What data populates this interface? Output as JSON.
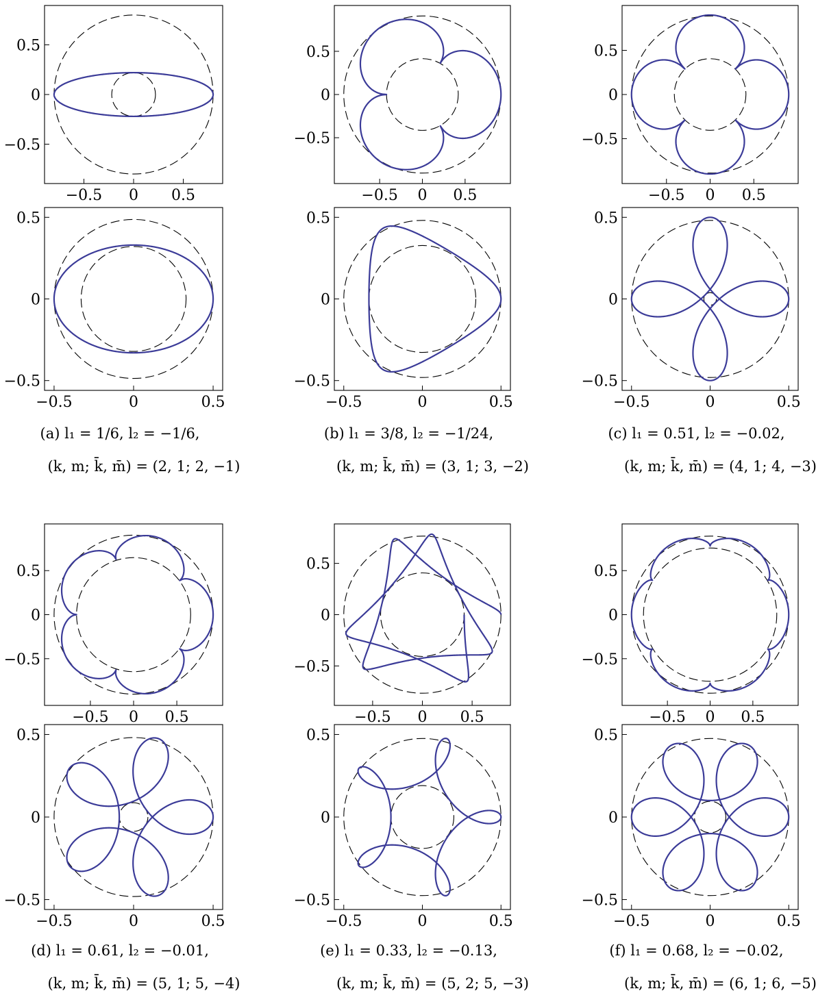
{
  "figure": {
    "panels": [
      {
        "id": "a",
        "caption_line1": "(a) l₁ = 1/6,  l₂ = −1/6,",
        "caption_line2": "(k, m; k̄, m̄) = (2, 1; 2, −1)",
        "top": {
          "xticks": [
            "−0.5",
            "0",
            "0.5"
          ],
          "yticks": [
            "0.5",
            "0",
            "−0.5"
          ],
          "outer_circle_radius": 0.8,
          "inner_circle_radius": 0.22,
          "curve": {
            "shape": "ellipse",
            "rx": 0.8,
            "ry": 0.22
          }
        },
        "bottom": {
          "xticks": [
            "−0.5",
            "0",
            "0.5"
          ],
          "yticks": [
            "0.5",
            "0",
            "−0.5"
          ],
          "outer_circle_radius": 0.5,
          "inner_circle_radius": 0.33,
          "curve": {
            "shape": "ellipse",
            "rx": 0.5,
            "ry": 0.33
          }
        }
      },
      {
        "id": "b",
        "caption_line1": "(b) l₁ = 3/8,  l₂ = −1/24,",
        "caption_line2": "(k, m; k̄, m̄) = (3, 1; 3, −2)",
        "top": {
          "xticks": [
            "−0.5",
            "0",
            "0.5"
          ],
          "yticks": [
            "0.5",
            "0",
            "−0.5"
          ],
          "outer_circle_radius": 0.92,
          "inner_circle_radius": 0.42,
          "curve": {
            "shape": "hypocycloid",
            "lobes": 3,
            "R": 0.92,
            "r_min": 0.42
          }
        },
        "bottom": {
          "xticks": [
            "−0.5",
            "0",
            "0.5"
          ],
          "yticks": [
            "0.5",
            "0",
            "−0.5"
          ],
          "outer_circle_radius": 0.5,
          "inner_circle_radius": 0.34,
          "curve": {
            "shape": "rosette",
            "loops": 3,
            "R": 0.5,
            "r_min": 0.34
          }
        }
      },
      {
        "id": "c",
        "caption_line1": "(c) l₁ = 0.51,  l₂ = −0.02,",
        "caption_line2": "(k, m; k̄, m̄) = (4, 1; 4, −3)",
        "top": {
          "xticks": [
            "−0.5",
            "0",
            "0.5"
          ],
          "yticks": [
            "0.5",
            "0",
            "−0.5"
          ],
          "outer_circle_radius": 0.9,
          "inner_circle_radius": 0.41,
          "curve": {
            "shape": "hypocycloid",
            "lobes": 4,
            "R": 0.9,
            "r_min": 0.41
          }
        },
        "bottom": {
          "xticks": [
            "−0.5",
            "0",
            "0.5"
          ],
          "yticks": [
            "0.5",
            "0",
            "−0.5"
          ],
          "outer_circle_radius": 0.5,
          "inner_circle_radius": 0.04,
          "curve": {
            "shape": "rosette",
            "loops": 4,
            "R": 0.5,
            "r_min": 0.04
          }
        }
      },
      {
        "id": "d",
        "caption_line1": "(d) l₁ = 0.61,  l₂ = −0.01,",
        "caption_line2": "(k, m; k̄, m̄) = (5, 1; 5, −4)",
        "top": {
          "xticks": [
            "−0.5",
            "0",
            "0.5"
          ],
          "yticks": [
            "0.5",
            "0",
            "−0.5"
          ],
          "outer_circle_radius": 0.92,
          "inner_circle_radius": 0.66,
          "curve": {
            "shape": "hypocycloid",
            "lobes": 5,
            "R": 0.92,
            "r_min": 0.66
          }
        },
        "bottom": {
          "xticks": [
            "−0.5",
            "0",
            "0.5"
          ],
          "yticks": [
            "0.5",
            "0",
            "−0.5"
          ],
          "outer_circle_radius": 0.5,
          "inner_circle_radius": 0.09,
          "curve": {
            "shape": "rosette",
            "loops": 5,
            "R": 0.5,
            "r_min": 0.09
          }
        }
      },
      {
        "id": "e",
        "caption_line1": "(e) l₁ = 0.33,  l₂ = −0.13,",
        "caption_line2": "(k, m; k̄, m̄) = (5, 2; 5, −3)",
        "top": {
          "xticks": [
            "−0.5",
            "0",
            "0.5"
          ],
          "yticks": [
            "0.5",
            "0",
            "−0.5"
          ],
          "outer_circle_radius": 0.79,
          "inner_circle_radius": 0.42,
          "curve": {
            "shape": "star",
            "points": 5,
            "R": 0.79,
            "r_min": 0.42
          }
        },
        "bottom": {
          "xticks": [
            "−0.5",
            "0",
            "0.5"
          ],
          "yticks": [
            "0.5",
            "0",
            "−0.5"
          ],
          "outer_circle_radius": 0.5,
          "inner_circle_radius": 0.2,
          "curve": {
            "shape": "rosette",
            "loops": 5,
            "R": 0.5,
            "r_min": 0.2
          }
        }
      },
      {
        "id": "f",
        "caption_line1": "(f) l₁ = 0.68,  l₂ = −0.02,",
        "caption_line2": "(k, m; k̄, m̄) = (6, 1; 6, −5)",
        "top": {
          "xticks": [
            "−0.5",
            "0",
            "0.5"
          ],
          "yticks": [
            "0.5",
            "0",
            "−0.5"
          ],
          "outer_circle_radius": 0.92,
          "inner_circle_radius": 0.78,
          "curve": {
            "shape": "hypocycloid",
            "lobes": 6,
            "R": 0.92,
            "r_min": 0.78
          }
        },
        "bottom": {
          "xticks": [
            "−0.5",
            "0",
            "0.5"
          ],
          "yticks": [
            "0.5",
            "0",
            "−0.5"
          ],
          "outer_circle_radius": 0.5,
          "inner_circle_radius": 0.1,
          "curve": {
            "shape": "rosette",
            "loops": 6,
            "R": 0.5,
            "r_min": 0.1
          }
        }
      }
    ],
    "colors": {
      "curve": "#3b3b98",
      "guides": "#000000"
    }
  }
}
